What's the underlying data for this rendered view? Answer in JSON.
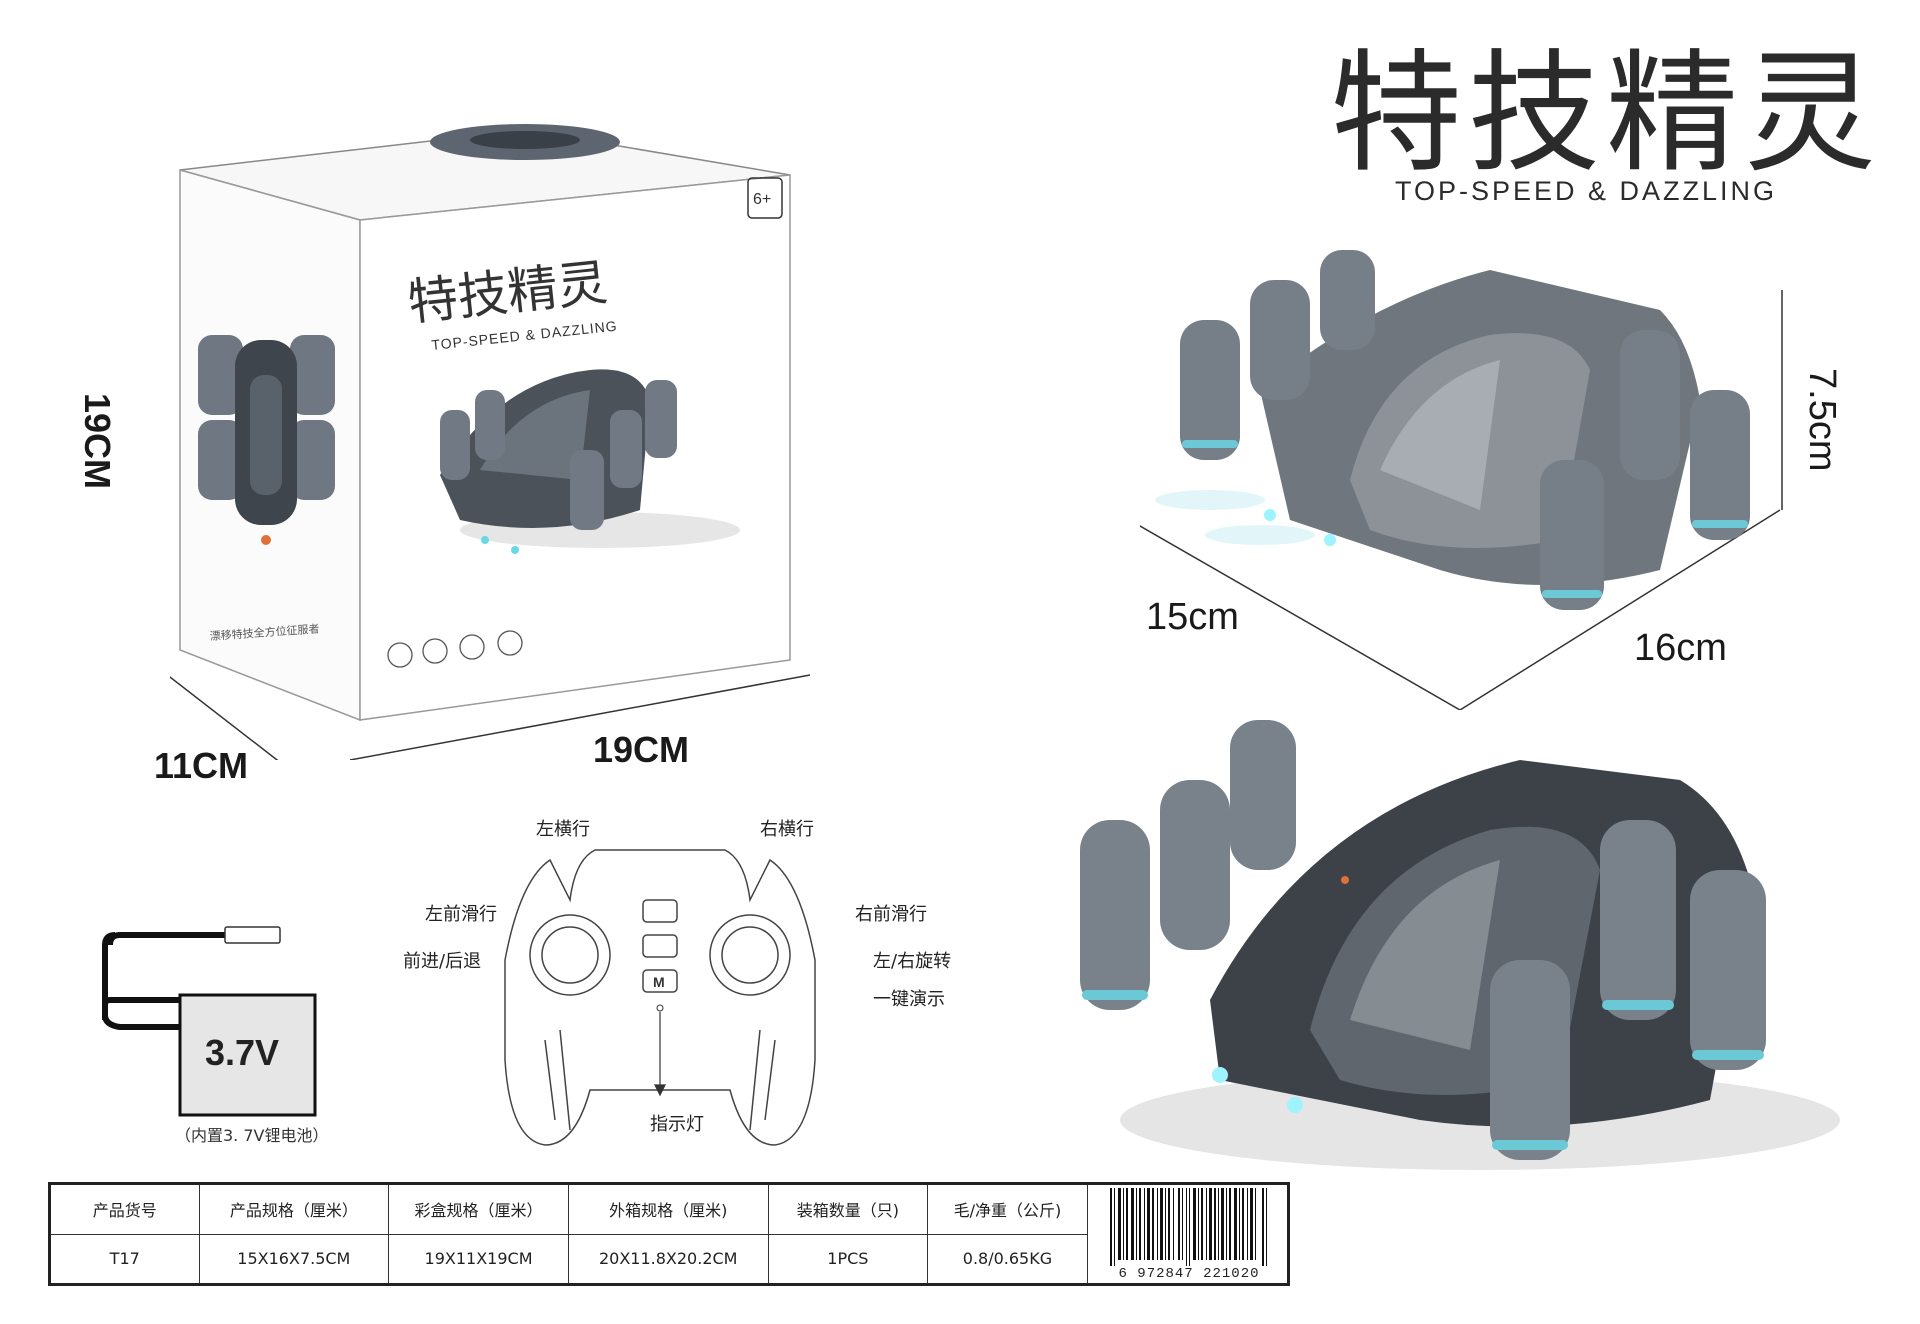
{
  "brand": {
    "title": "特技精灵",
    "subtitle": "TOP-SPEED & DAZZLING"
  },
  "package_box": {
    "height_label": "19CM",
    "depth_label": "11CM",
    "width_label": "19CM",
    "front_title": "特技精灵",
    "front_subtitle": "TOP-SPEED & DAZZLING",
    "age_badge": "6+"
  },
  "car_dimensions": {
    "height": "7.5cm",
    "length": "15cm",
    "width": "16cm"
  },
  "controller": {
    "labels": {
      "left_strafe": "左横行",
      "right_strafe": "右横行",
      "left_front_slide": "左前滑行",
      "right_front_slide": "右前滑行",
      "forward_back": "前进/后退",
      "left_right_rotate": "左/右旋转",
      "one_key_demo": "一键演示",
      "indicator": "指示灯"
    },
    "button_m": "M"
  },
  "battery": {
    "voltage": "3.7V",
    "note": "（内置3. 7V锂电池）"
  },
  "spec_table": {
    "headers": [
      "产品货号",
      "产品规格（厘米）",
      "彩盒规格（厘米）",
      "外箱规格（厘米)",
      "装箱数量（只)",
      "毛/净重（公斤)"
    ],
    "values": [
      "T17",
      "15X16X7.5CM",
      "19X11X19CM",
      "20X11.8X20.2CM",
      "1PCS",
      "0.8/0.65KG"
    ]
  },
  "barcode": {
    "number": "6 972847 221020"
  }
}
